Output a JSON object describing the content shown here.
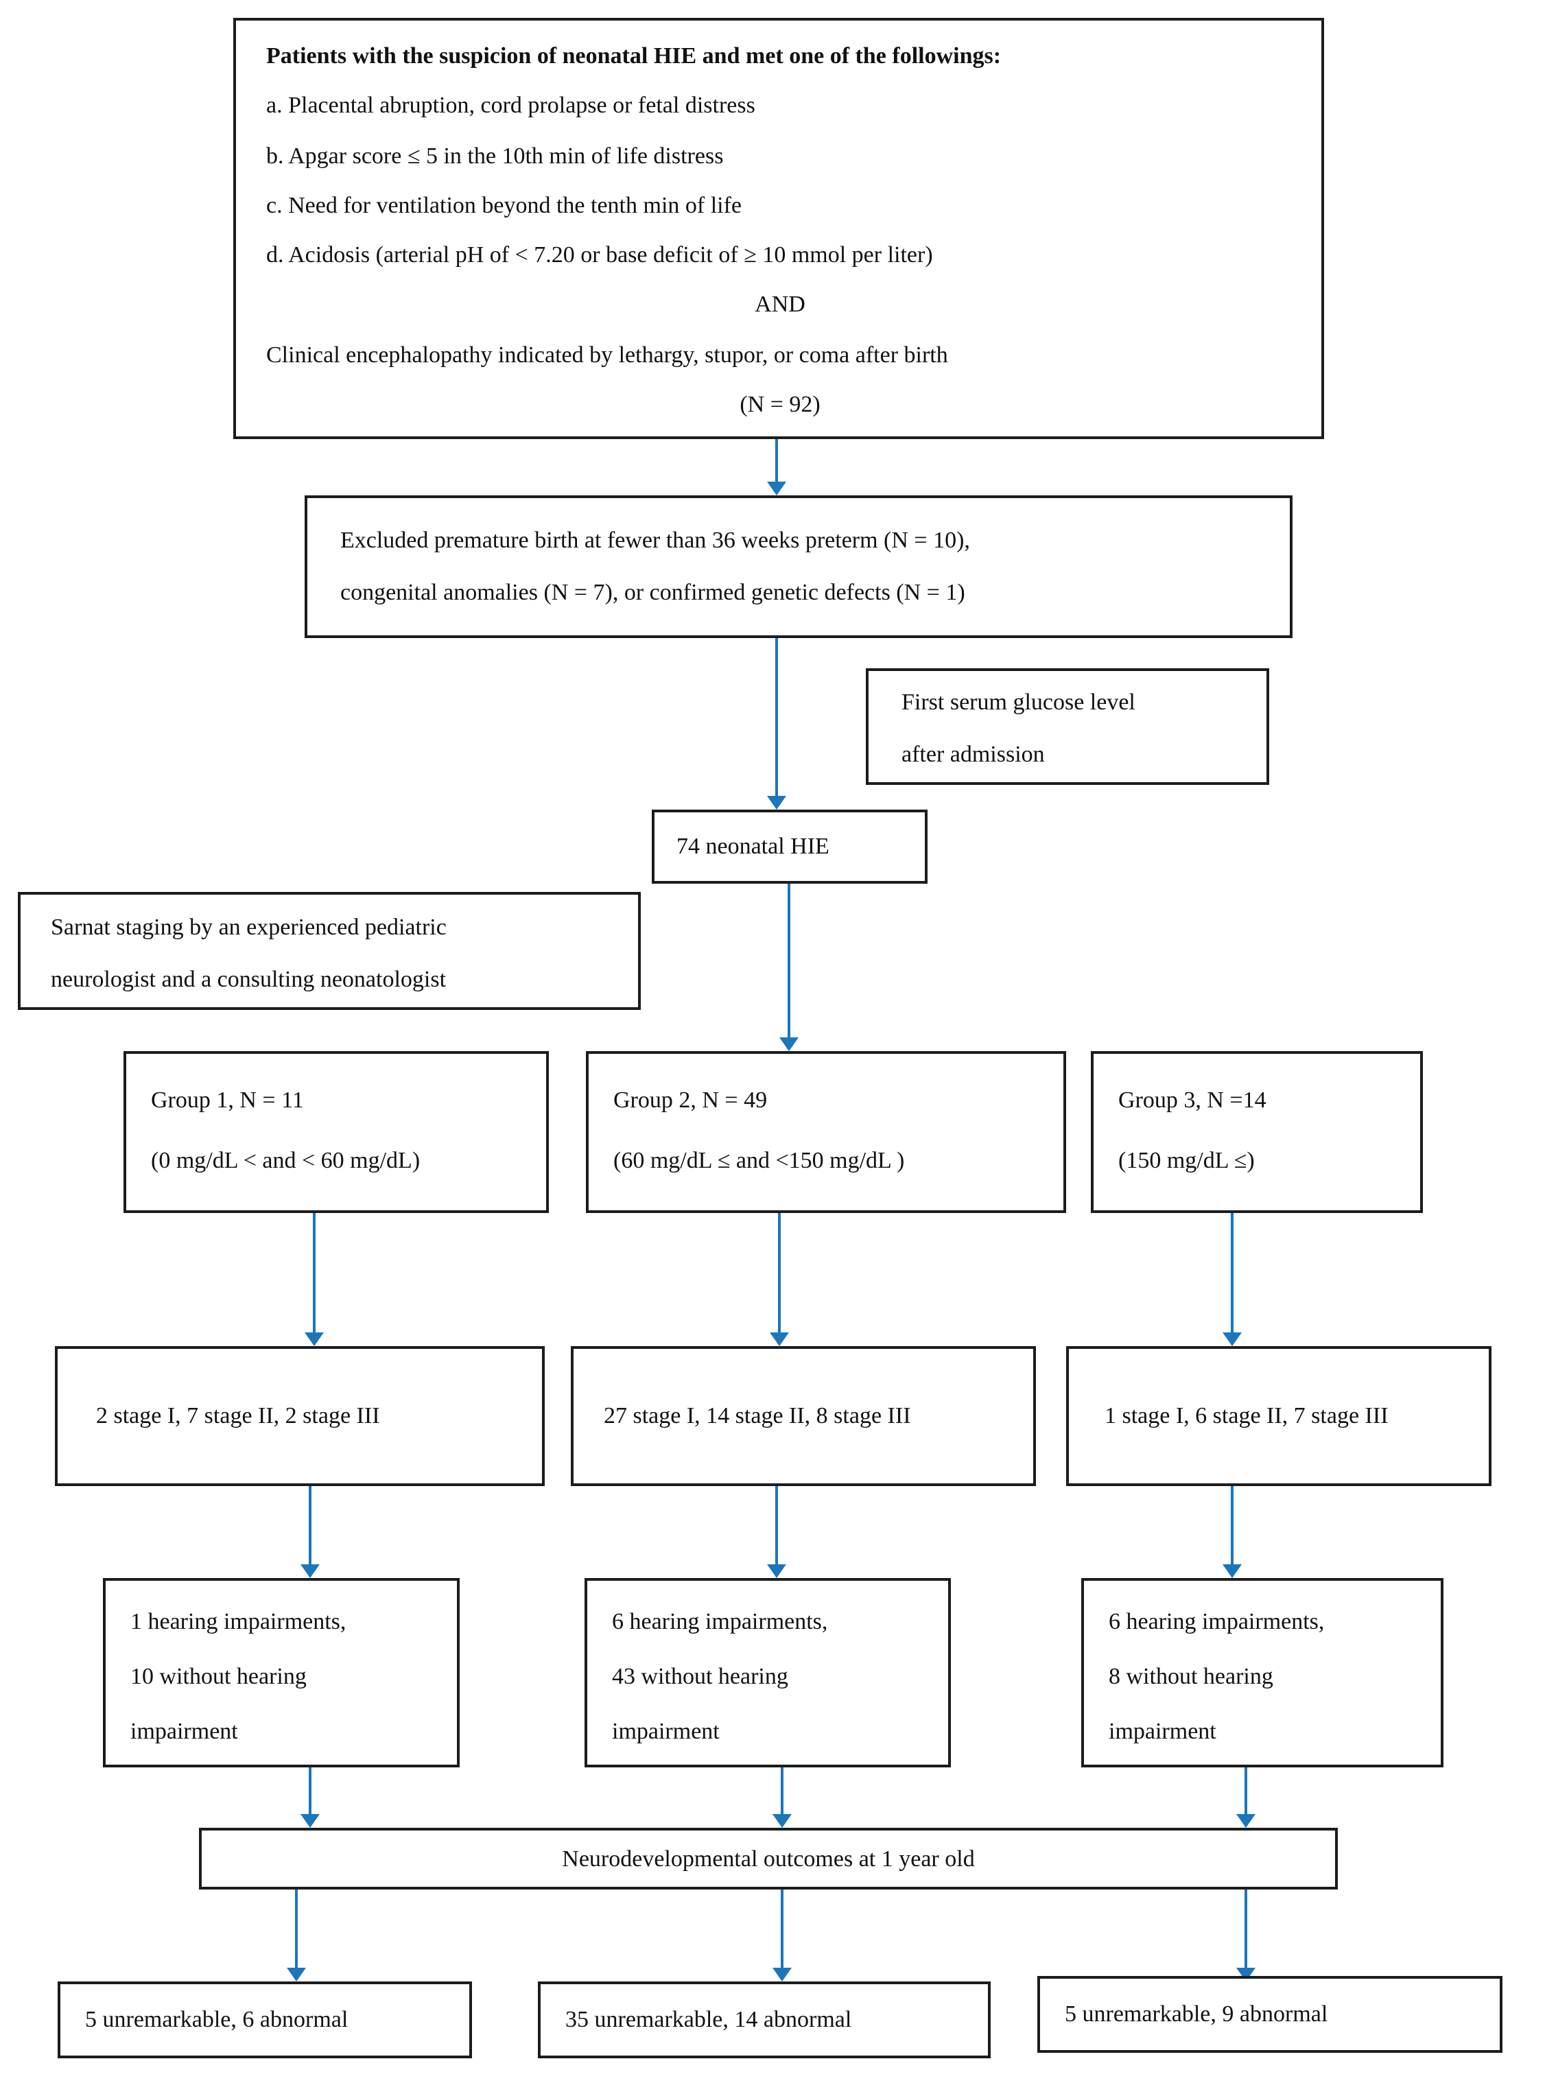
{
  "page": {
    "bg": "#ffffff",
    "arrow_color": "#1b76bc",
    "box_border_color": "#1c1c1c",
    "text_color": "#111111"
  },
  "criteria": {
    "title": "Patients with the suspicion of neonatal HIE and met one of the followings:",
    "items": [
      "a. Placental abruption, cord prolapse or fetal distress",
      "b. Apgar score ≤ 5 in the 10th min of life distress",
      "c. Need for ventilation beyond the tenth min of life",
      "d. Acidosis (arterial pH of < 7.20 or base deficit of ≥ 10 mmol per liter)"
    ],
    "conjunction": "AND",
    "clinical_line": "Clinical encephalopathy indicated by lethargy, stupor, or coma after birth",
    "n_label": "(N = 92)"
  },
  "exclusion": {
    "lines": [
      "Excluded premature birth at fewer than 36 weeks preterm (N = 10),",
      "congenital anomalies (N = 7), or confirmed genetic defects (N = 1)"
    ]
  },
  "glucose_note": {
    "lines": [
      "First serum glucose level",
      "after admission"
    ]
  },
  "hie_total": {
    "label": "74 neonatal HIE"
  },
  "sarnat_note": {
    "lines": [
      "Sarnat staging by an experienced pediatric",
      "neurologist and a consulting neonatologist"
    ]
  },
  "groups": [
    {
      "title": "Group 1, N = 11",
      "range": "(0 mg/dL < and < 60 mg/dL)"
    },
    {
      "title": "Group 2, N = 49",
      "range": "(60 mg/dL ≤ and <150 mg/dL )"
    },
    {
      "title": "Group 3, N =14",
      "range": "(150 mg/dL ≤)"
    }
  ],
  "stages": [
    "2 stage I, 7 stage II, 2 stage III",
    "27 stage I, 14 stage II, 8 stage III",
    "1 stage I, 6 stage II, 7 stage III"
  ],
  "hearing": [
    {
      "lines": [
        "1 hearing impairments,",
        "10 without hearing",
        "impairment"
      ]
    },
    {
      "lines": [
        "6 hearing impairments,",
        "43 without hearing",
        "impairment"
      ]
    },
    {
      "lines": [
        "6 hearing impairments,",
        "8 without hearing",
        "impairment"
      ]
    }
  ],
  "outcomes": {
    "label": "Neurodevelopmental outcomes at 1 year old"
  },
  "results": [
    "5 unremarkable, 6 abnormal",
    "35 unremarkable, 14 abnormal",
    "5 unremarkable, 9 abnormal"
  ]
}
